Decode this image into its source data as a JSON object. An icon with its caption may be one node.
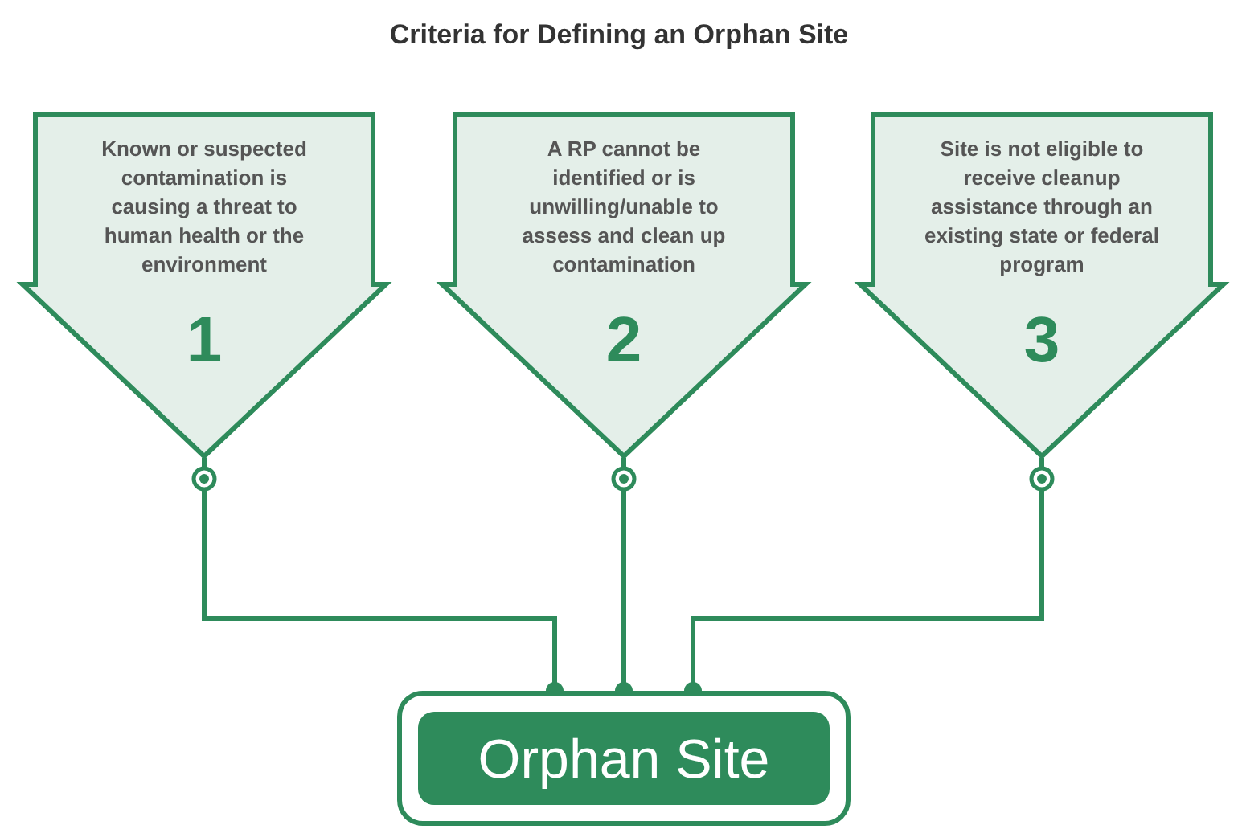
{
  "diagram": {
    "title": "Criteria for Defining an Orphan Site",
    "nodes": [
      {
        "text": [
          "Known or suspected contamination is causing a threat to human health or the environment",
          "1"
        ]
      },
      {
        "text": [
          "A RP cannot be identified or is unwilling/unable to assess and clean up contamination",
          "2"
        ]
      },
      {
        "text": [
          "Site is not eligible to receive cleanup assistance through an existing state or federal program",
          "3"
        ]
      },
      {
        "text": [
          "Orphan Site"
        ]
      }
    ],
    "edges": [
      {
        "from": 0,
        "to": 3,
        "arrow": "other"
      },
      {
        "from": 1,
        "to": 3,
        "arrow": "other"
      },
      {
        "from": 2,
        "to": 3,
        "arrow": "other"
      }
    ]
  }
}
